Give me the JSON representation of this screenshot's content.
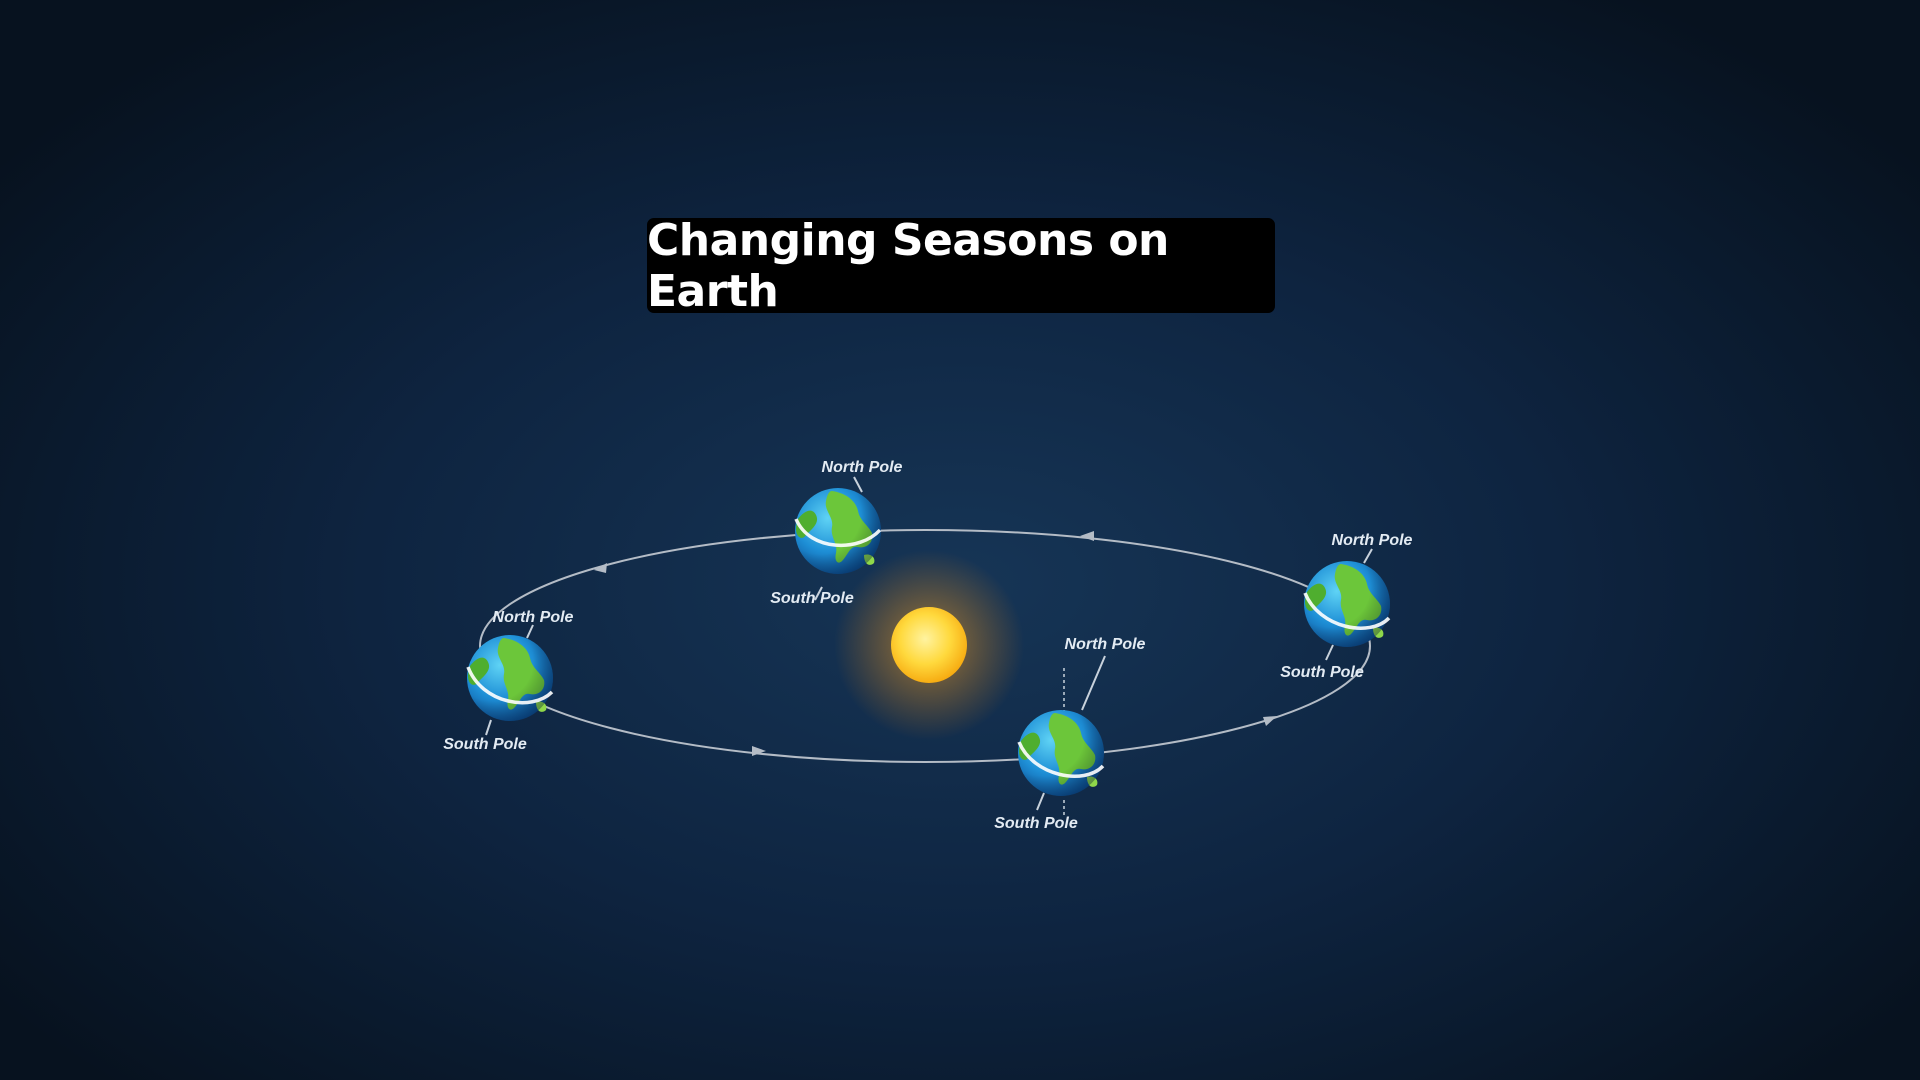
{
  "title": "Changing Seasons on Earth",
  "diagram": {
    "center_body": "sun",
    "orbit_direction": "counter-clockwise",
    "earths": [
      {
        "position": "top",
        "north_label": "North Pole",
        "south_label": "South Pole"
      },
      {
        "position": "left",
        "north_label": "North Pole",
        "south_label": "South Pole"
      },
      {
        "position": "bottom",
        "north_label": "North Pole",
        "south_label": "South Pole"
      },
      {
        "position": "right",
        "north_label": "North Pole",
        "south_label": "South Pole"
      }
    ],
    "colors": {
      "background": "#0e2440",
      "orbit": "#b4bcc6",
      "ocean": "#1e8fd6",
      "land": "#6cc63a",
      "sun": "#ffd23a",
      "label": "#e3ebf3",
      "title_bg": "#000000",
      "title_text": "#ffffff"
    }
  }
}
